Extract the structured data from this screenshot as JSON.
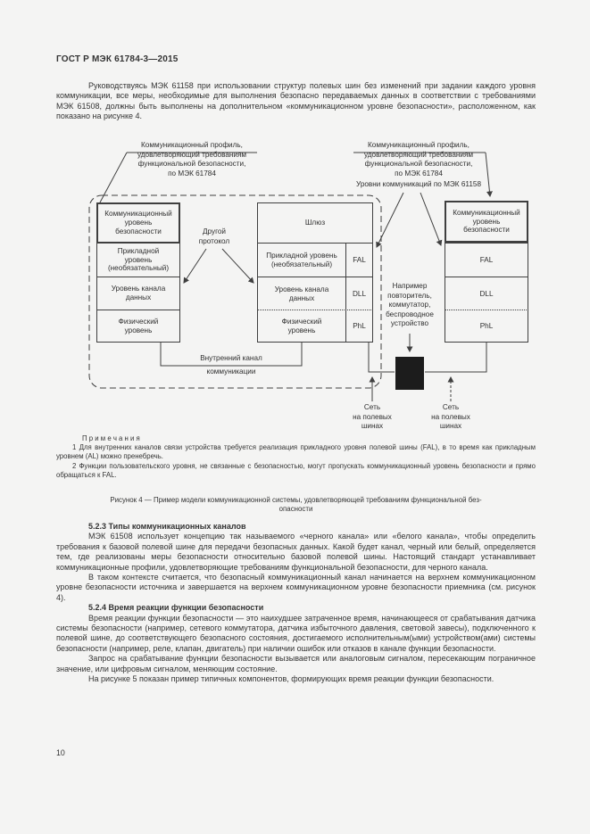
{
  "page": {
    "header": "ГОСТ Р МЭК 61784-3—2015",
    "page_number": "10"
  },
  "intro_paragraph": "Руководствуясь МЭК 61158 при использовании структур полевых шин без изменений при задании каждого уровня коммуникации, все меры, необходимые для выполнения безопасно передаваемых данных в соответствии с требованиями МЭК 61508, должны быть выполнены на дополнительном «коммуникационном уровне безопасности», расположенном, как показано на рисунке 4.",
  "figure": {
    "callout_left": "Коммуникационный профиль,\nудовлетворяющий требованиям\nфункциональной безопасности,\nпо МЭК 61784",
    "callout_right": "Коммуникационный профиль,\nудовлетворяющий требованиям\nфункциональной безопасности,\nпо МЭК 61784",
    "levels_label": "Уровни коммуникаций по МЭК 61158",
    "other_protocol": "Другой\nпротокол",
    "left_stack": [
      "Коммуникационный\nуровень\nбезопасности",
      "Прикладной\nуровень\n(необязательный)",
      "Уровень канала\nданных",
      "Физический\nуровень"
    ],
    "gateway": "Шлюз",
    "middle_rows": [
      {
        "label": "Прикладной уровень\n(необязательный)",
        "abbr": "FAL"
      },
      {
        "label": "Уровень канала\nданных",
        "abbr": "DLL"
      },
      {
        "label": "Физический\nуровень",
        "abbr": "PhL"
      }
    ],
    "right_stack": [
      "Коммуникационный\nуровень\nбезопасности",
      "FAL",
      "DLL",
      "PhL"
    ],
    "device_note": "Например\nповторитель,\nкоммутатор,\nбеспроводное\nустройство",
    "internal_channel": {
      "line1": "Внутренний канал",
      "line2": "коммуникации"
    },
    "fieldbus_net": "Сеть\nна полевых\nшинах",
    "notes_title": "П р и м е ч а н и я",
    "note1": "1 Для внутренних каналов связи устройства требуется реализация прикладного уровня полевой шины (FAL), в то время как прикладным уровнем (AL) можно пренебречь.",
    "note2": "2 Функции пользовательского уровня, не связанные с безопасностью, могут пропускать коммуникационный уровень безопасности и прямо обращаться к FAL.",
    "caption": "Рисунок 4 — Пример модели коммуникационной системы, удовлетворяющей требованиям функциональной без-\nопасности"
  },
  "sections": [
    {
      "heading": "5.2.3 Типы коммуникационных каналов",
      "paragraphs": [
        "МЭК 61508 использует концепцию так называемого «черного канала» или «белого канала», чтобы определить требования к базовой полевой шине для передачи безопасных данных. Какой будет канал, черный или белый, определяется тем, где реализованы меры безопасности относительно базовой полевой шины. Настоящий стандарт устанавливает коммуникационные профили, удовлетворяющие требованиям функциональной безопасности, для черного канала.",
        "В таком контексте считается, что безопасный коммуникационный канал начинается на верхнем коммуникационном уровне безопасности источника и завершается на верхнем коммуникационном уровне безопасности приемника (см. рисунок 4)."
      ]
    },
    {
      "heading": "5.2.4 Время реакции функции безопасности",
      "paragraphs": [
        "Время реакции функции безопасности — это наихудшее затраченное время, начинающееся от срабатывания датчика системы безопасности (например, сетевого коммутатора, датчика избыточного давления, световой завесы), подключенного к полевой шине, до соответствующего безопасного состояния, достигаемого исполнительным(ыми) устройством(ами) системы безопасности (например, реле, клапан, двигатель) при наличии ошибок или отказов в канале функции безопасности.",
        "Запрос на срабатывание функции безопасности вызывается или аналоговым сигналом, пересекающим пограничное значение, или цифровым сигналом, меняющим состояние.",
        "На рисунке 5 показан пример типичных компонентов, формирующих время реакции функции безопасности."
      ]
    }
  ],
  "colors": {
    "page_bg": "#f4f4f3",
    "ink": "#333333",
    "line": "#3f3f3f",
    "device_fill": "#1c1c1c"
  }
}
